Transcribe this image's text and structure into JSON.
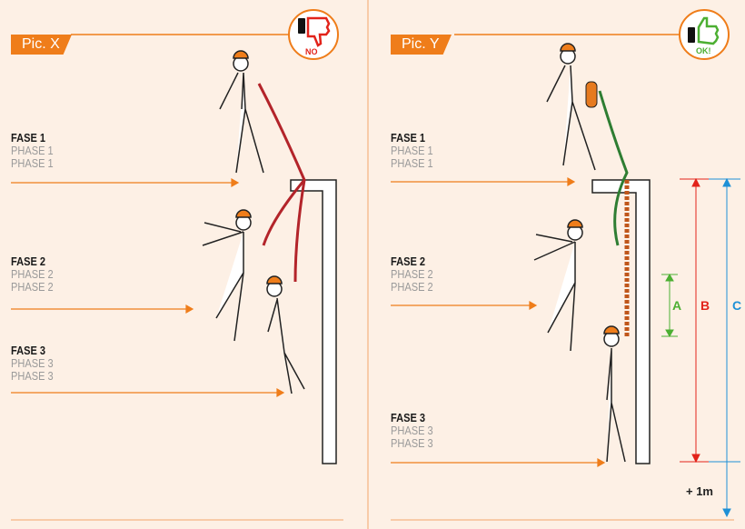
{
  "left_panel": {
    "tag": "Pic. X",
    "verdict": {
      "label": "NO",
      "icon": "thumbs-down-icon",
      "color": "#e2231a"
    },
    "phases": [
      {
        "title": "FASE 1",
        "sub1": "PHASE 1",
        "sub2": "PHASE 1"
      },
      {
        "title": "FASE 2",
        "sub1": "PHASE 2",
        "sub2": "PHASE 2"
      },
      {
        "title": "FASE 3",
        "sub1": "PHASE 3",
        "sub2": "PHASE 3"
      }
    ]
  },
  "right_panel": {
    "tag": "Pic. Y",
    "verdict": {
      "label": "OK!",
      "icon": "thumbs-up-icon",
      "color": "#4caf32"
    },
    "phases": [
      {
        "title": "FASE 1",
        "sub1": "PHASE 1",
        "sub2": "PHASE 1"
      },
      {
        "title": "FASE 2",
        "sub1": "PHASE 2",
        "sub2": "PHASE 2"
      },
      {
        "title": "FASE 3",
        "sub1": "PHASE 3",
        "sub2": "PHASE 3"
      }
    ],
    "measurements": {
      "a": {
        "label": "A",
        "color": "#4caf32"
      },
      "b": {
        "label": "B",
        "color": "#e2231a"
      },
      "c": {
        "label": "C",
        "color": "#1e90d6"
      },
      "extra": "+ 1m"
    }
  },
  "colors": {
    "accent": "#ef7d1a",
    "background": "#fdf0e5"
  }
}
